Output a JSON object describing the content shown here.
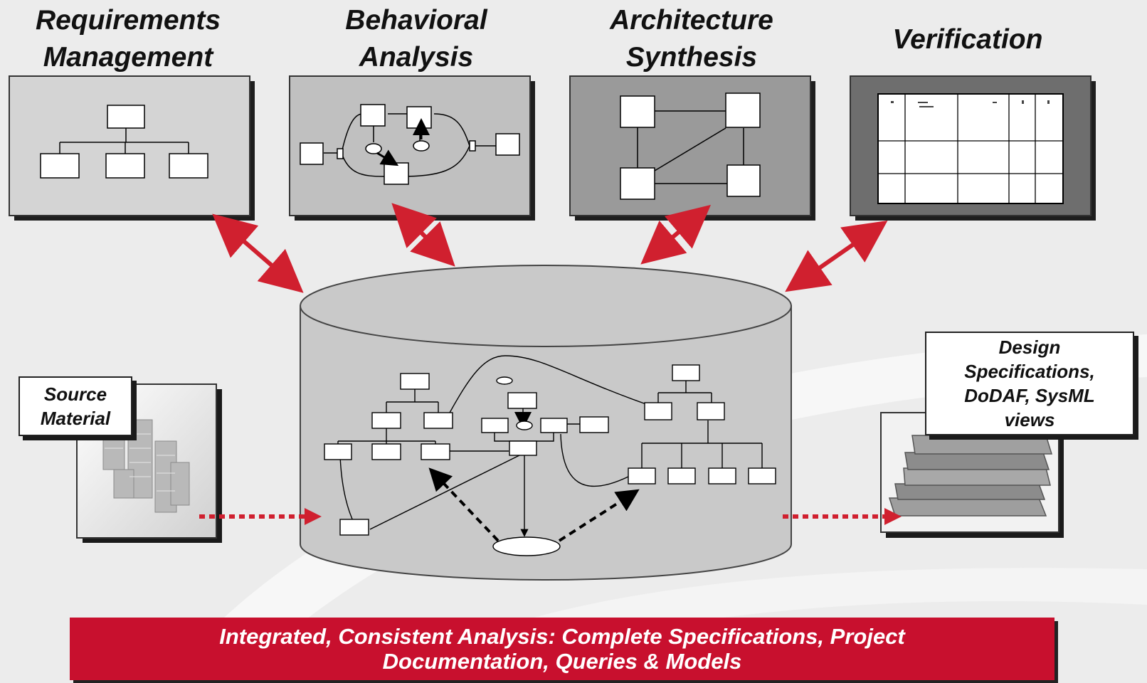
{
  "headings": {
    "requirements": [
      "Requirements",
      "Management"
    ],
    "behavioral": [
      "Behavioral",
      "Analysis"
    ],
    "architecture": [
      "Architecture",
      "Synthesis"
    ],
    "verification": "Verification"
  },
  "source_box": [
    "Source",
    "Material"
  ],
  "design_box": [
    "Design",
    "Specifications,",
    "DoDAF, SysML",
    "views"
  ],
  "banner": [
    "Integrated, Consistent Analysis: Complete Specifications, Project",
    "Documentation, Queries & Models"
  ],
  "colors": {
    "accent": "#c8102e",
    "arrow": "#d0202f",
    "panel_light": "#d4d4d4",
    "panel_mid": "#c0c0c0",
    "panel_dark": "#9a9a9a",
    "panel_darkest": "#6e6e6e",
    "cylinder": "#c9c9c9"
  },
  "icons": [
    "bidirectional-arrow-icon",
    "dotted-arrow-icon",
    "paper-stacks-icon",
    "book-stack-icon",
    "database-cylinder-icon"
  ]
}
